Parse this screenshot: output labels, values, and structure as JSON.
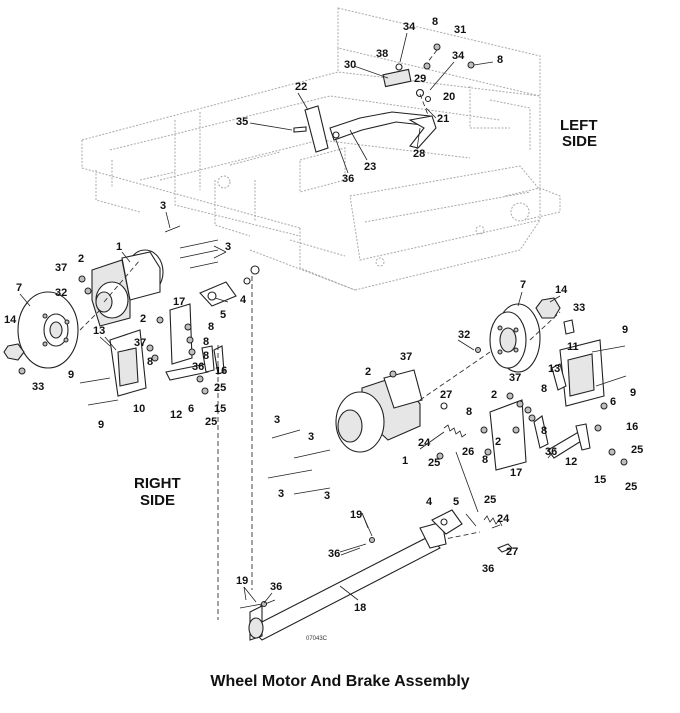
{
  "caption": "Wheel Motor And Brake Assembly",
  "side_labels": {
    "left": [
      "LEFT",
      "SIDE"
    ],
    "right": [
      "RIGHT",
      "SIDE"
    ]
  },
  "drawing_code": "07043C",
  "callouts": {
    "c34a": "34",
    "c8a": "8",
    "c31": "31",
    "c38": "38",
    "c34b": "34",
    "c8b": "8",
    "c30": "30",
    "c29": "29",
    "c20": "20",
    "c22": "22",
    "c21": "21",
    "c35": "35",
    "c28": "28",
    "c23": "23",
    "c36a": "36",
    "c3a": "3",
    "c1a": "1",
    "c3b": "3",
    "c2a": "2",
    "c37a": "37",
    "c32a": "32",
    "c4a": "4",
    "c7a": "7",
    "c17a": "17",
    "c5a": "5",
    "c14a": "14",
    "c2b": "2",
    "c8c": "8",
    "c13a": "13",
    "c8d": "8",
    "c37b": "37",
    "c8e": "8",
    "c8f": "8",
    "c33a": "33",
    "c9a": "9",
    "c36b": "36",
    "c25a": "25",
    "c16a": "16",
    "c10": "10",
    "c6a": "6",
    "c12a": "12",
    "c25b": "25",
    "c15a": "15",
    "c9b": "9",
    "c7b": "7",
    "c14b": "14",
    "c33b": "33",
    "c32b": "32",
    "c9c": "9",
    "c11": "11",
    "c2c": "2",
    "c37c": "37",
    "c13b": "13",
    "c9d": "9",
    "c27a": "27",
    "c2d": "2",
    "c8g": "8",
    "c37d": "37",
    "c8h": "8",
    "c6b": "6",
    "c3c": "3",
    "c24a": "24",
    "c2e": "2",
    "c8i": "8",
    "c16b": "16",
    "c3d": "3",
    "c36c": "36",
    "c12b": "12",
    "c25c": "25",
    "c1b": "1",
    "c25d": "25",
    "c17b": "17",
    "c26": "26",
    "c8j": "8",
    "c15b": "15",
    "c25e": "25",
    "c3e": "3",
    "c3f": "3",
    "c4b": "4",
    "c5b": "5",
    "c25f": "25",
    "c19a": "19",
    "c24b": "24",
    "c36d": "36",
    "c27b": "27",
    "c36e": "36",
    "c18": "18",
    "c19b": "19",
    "c36f": "36"
  }
}
